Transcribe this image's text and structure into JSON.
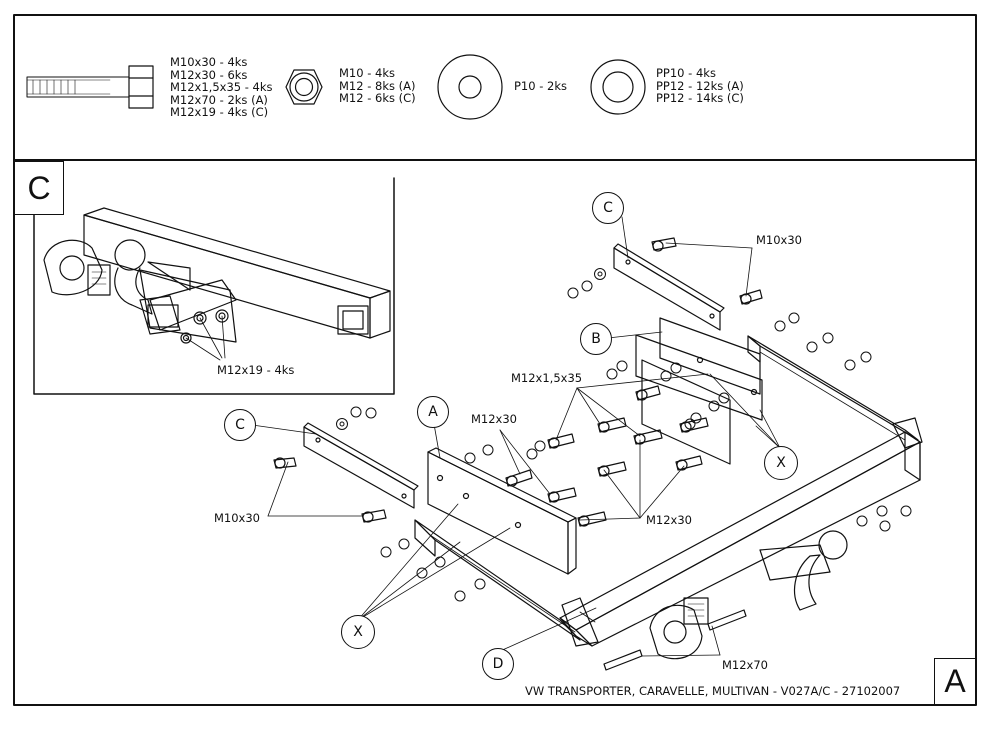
{
  "hardware": {
    "bolts": [
      "M10x30 - 4ks",
      "M12x30 - 6ks",
      "M12x1,5x35 - 4ks",
      "M12x70 - 2ks (A)",
      "M12x19 - 4ks (C)"
    ],
    "nuts": [
      "M10 - 4ks",
      "M12 - 8ks (A)",
      "M12 - 6ks (C)"
    ],
    "washer_flat": "P10 - 2ks",
    "washer_spring": [
      "PP10 - 4ks",
      "PP12 - 12ks (A)",
      "PP12 - 14ks (C)"
    ]
  },
  "detail_c": {
    "corner_letter": "C",
    "bolt_label": "M12x19 - 4ks"
  },
  "main": {
    "corner_letter": "A",
    "callouts": {
      "c_top": "C",
      "c_left": "C",
      "a": "A",
      "b": "B",
      "d": "D",
      "x_right": "X",
      "x_left": "X"
    },
    "labels": {
      "m10x30_top": "M10x30",
      "m10x30_left": "M10x30",
      "m12x1535": "M12x1,5x35",
      "m12x30_upper": "M12x30",
      "m12x30_lower": "M12x30",
      "m12x70": "M12x70"
    },
    "footer": "VW TRANSPORTER, CARAVELLE, MULTIVAN - V027A/C - 27102007"
  }
}
